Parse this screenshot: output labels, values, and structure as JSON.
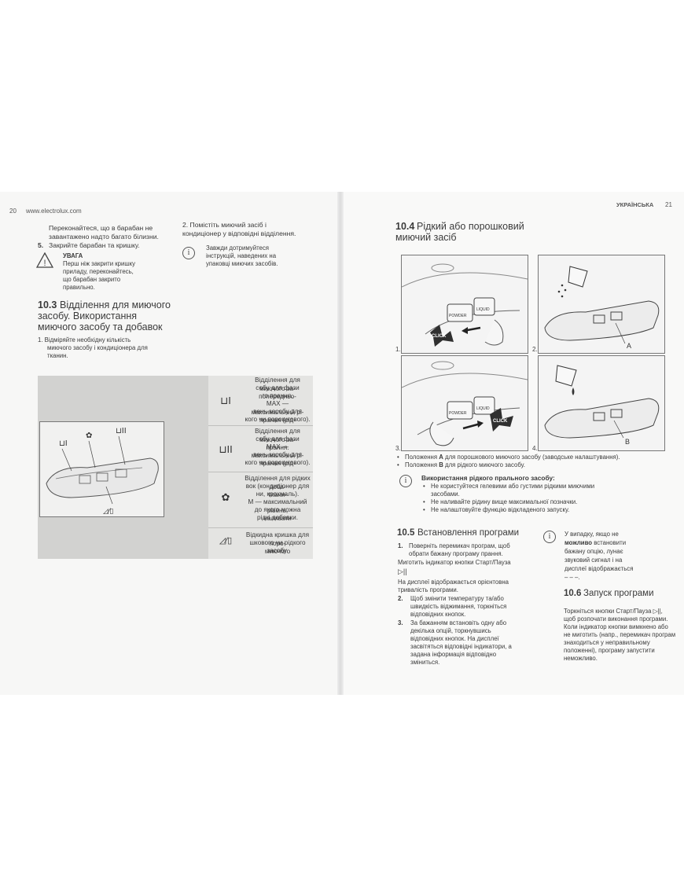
{
  "left_page": {
    "page_number": "20",
    "site": "www.electrolux.com",
    "intro_line1": "Переконайтеся, що в барабан не",
    "intro_line2": "завантажено надто багато білизни.",
    "step5_num": "5.",
    "step5_text": "Закрийте барабан та кришку.",
    "warning_title": "УВАГА",
    "warning_lines": [
      "Перш ніж закрити кришку",
      "приладу, переконайтесь,",
      "що барабан закрито",
      "правильно."
    ],
    "section_title_num": "10.3",
    "section_title_lines": [
      "Відділення для миючого",
      "засобу. Використання",
      "миючого засобу та добавок"
    ],
    "step1_lines": [
      "1. Відміряйте необхідну кількість",
      "миючого засобу і кондиціонера для",
      "тканин."
    ],
    "step2_lines": [
      "2. Помістіть миючий засіб і",
      "кондиціонер у відповідні відділення."
    ],
    "note_lines": [
      "Завжди дотримуйтеся",
      "інструкцій, наведених на",
      "упаковці миючих засобів."
    ],
    "table_rows": [
      {
        "icon": "prewash-compartment-icon",
        "symbol": "⊔I",
        "lines": [
          "Відділення для миючого за-",
          "собу для фази попередньо-",
          "го прання.",
          "MAX — максимальний рі-",
          "вень засобу для прання (рід-",
          "кого чи порошкового)."
        ]
      },
      {
        "icon": "main-wash-compartment-icon",
        "symbol": "⊔II",
        "lines": [
          "Відділення для миючого за-",
          "собу для фази прання.",
          "MAX — максимальний рі-",
          "вень засобу для прання (рід-",
          "кого чи порошкового)."
        ]
      },
      {
        "icon": "flower-additive-icon",
        "symbol": "✿",
        "lines": [
          "Відділення для рідких доба-",
          "вок (кондиціонер для ткани-",
          "ни, крохмаль).",
          "M — максимальний рівень,",
          "до якого можна наливати",
          "рідкі добавки."
        ]
      },
      {
        "icon": "flap-liquid-icon",
        "symbol": "◿⁄▯",
        "lines": [
          "Відкидна кришка для поро-",
          "шкового чи рідкого миючого",
          "засобу."
        ]
      }
    ]
  },
  "right_page": {
    "language": "УКРАЇНСЬКА",
    "page_number": "21",
    "section_104_num": "10.4",
    "section_104_lines": [
      "Рідкий або порошковий",
      "миючий засіб"
    ],
    "fig_labels": [
      "1.",
      "2.",
      "3.",
      "4.",
      "A",
      "B",
      "CLICK",
      "CLICK",
      "POWDER",
      "LIQUID",
      "POWDER",
      "LIQUID"
    ],
    "bullets": [
      {
        "pre": "Положення ",
        "bold": "A",
        "post": " для порошкового миючого засобу (заводське налаштування)."
      },
      {
        "pre": "Положення ",
        "bold": "B",
        "post": " для рідкого миючого засобу."
      }
    ],
    "liquid_title": "Використання рідкого прального засобу:",
    "liquid_bullets": [
      "Не користуйтеся гелевими або густими рідкими миючими засобами.",
      "Не наливайте рідину вище максимальної позначки.",
      "Не налаштовуйте функцію відкладеного запуску."
    ],
    "section_105_num": "10.5",
    "section_105_title": "Встановлення програми",
    "s105_step1": [
      "1.",
      "Поверніть перемикач програм, щоб",
      "обрати бажану програму прання."
    ],
    "s105_blink": [
      "Миготить індикатор кнопки Старт/Пауза",
      "▷||"
    ],
    "s105_display": [
      "На дисплеї відображається орієнтовна",
      "тривалість програми."
    ],
    "s105_step2": [
      "2.",
      "Щоб змінити температуру та/або",
      "швидкість віджимання, торкніться",
      "відповідних кнопок."
    ],
    "s105_step3": [
      "3.",
      "За бажанням встановіть одну або",
      "декілька опцій, торкнувшись",
      "відповідних кнопок. На дисплеї",
      "засвітяться відповідні індикатори, а",
      "задана інформація відповідно",
      "зміниться."
    ],
    "s105_note": {
      "l1": "У випадку, якщо не",
      "bold": "можливо",
      "l2": " встановити",
      "l3": "бажану опцію, лунає",
      "l4": "звуковий сигнал і на",
      "l5": "дисплеї відображається",
      "l6": "– – –."
    },
    "section_106_num": "10.6",
    "section_106_title": "Запуск програми",
    "s106_text": [
      "Торкніться кнопки Старт/Пауза ▷||,",
      "щоб розпочати виконання програми.",
      "Коли індикатор кнопки вимкнено або",
      "не миготить (напр., перемикач програм",
      "знаходиться у неправильному",
      "положенні), програму запустити",
      "неможливо."
    ]
  }
}
